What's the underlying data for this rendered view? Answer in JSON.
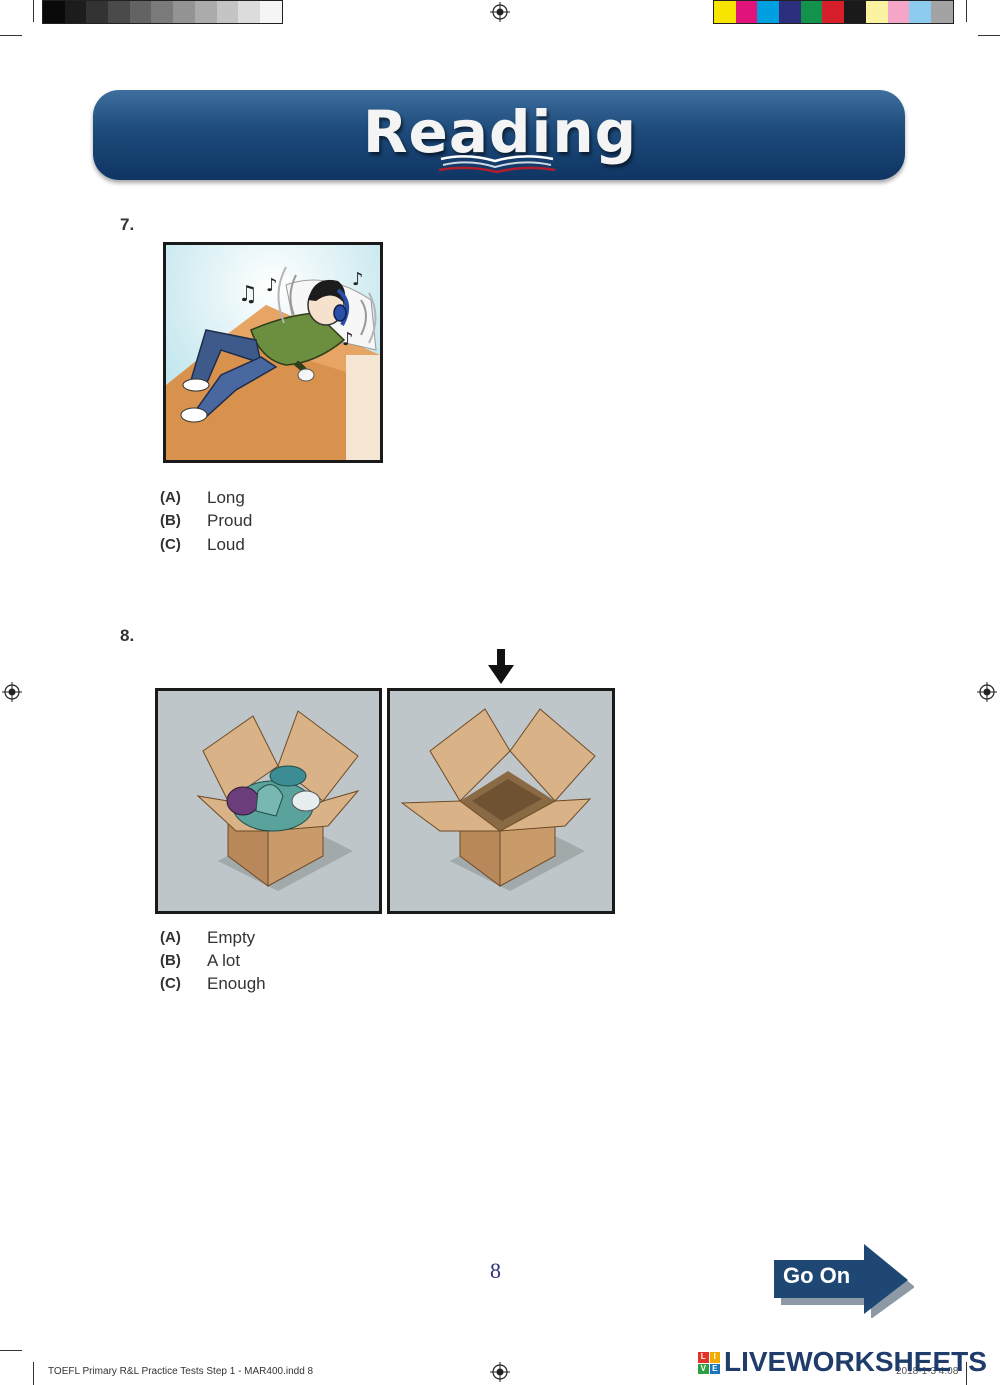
{
  "header": {
    "title": "Reading"
  },
  "questions": [
    {
      "number": "7.",
      "image_icon": "boy-listening-to-headphones-illustration",
      "options": [
        {
          "letter": "(A)",
          "text": "Long"
        },
        {
          "letter": "(B)",
          "text": "Proud"
        },
        {
          "letter": "(C)",
          "text": "Loud"
        }
      ]
    },
    {
      "number": "8.",
      "image_icons": [
        "box-full-of-clothes-illustration",
        "empty-box-illustration",
        "down-arrow-icon"
      ],
      "options": [
        {
          "letter": "(A)",
          "text": "Empty"
        },
        {
          "letter": "(B)",
          "text": "A lot"
        },
        {
          "letter": "(C)",
          "text": "Enough"
        }
      ]
    }
  ],
  "footer": {
    "page_number": "8",
    "go_on_label": "Go On",
    "file_label": "TOEFL Primary R&L Practice Tests Step 1 - MAR400.indd   8",
    "code_label": "2018-1-3   4:08",
    "brand": "LIVEWORKSHEETS"
  },
  "colors": {
    "banner": "#1d4b7b",
    "page_number": "#2e2f7a",
    "go_on": "#1e4873",
    "brand": "#1f3c6b"
  }
}
